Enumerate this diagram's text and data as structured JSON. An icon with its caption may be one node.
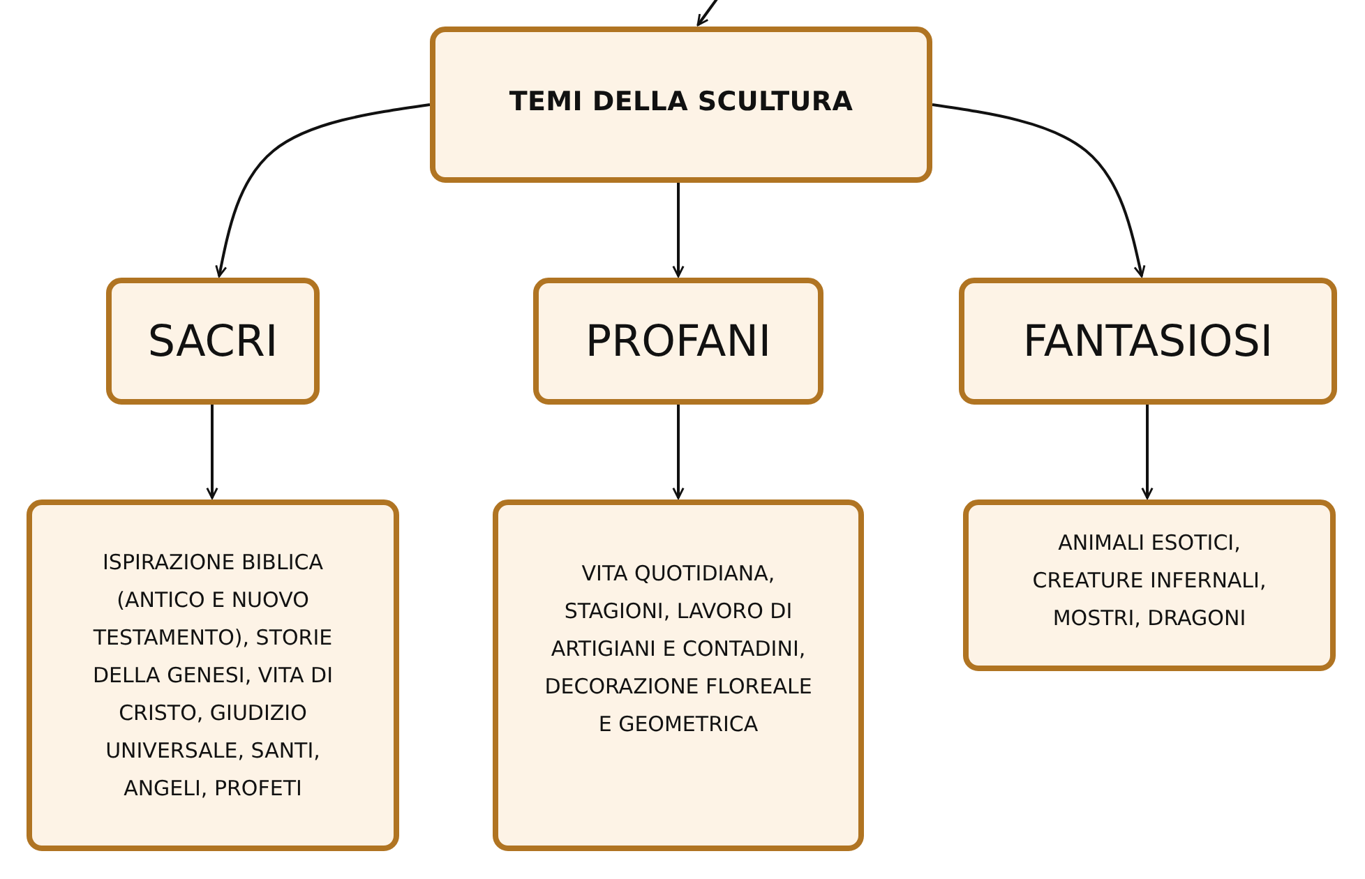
{
  "diagram": {
    "nodes": [
      {
        "text": [
          "TEMI DELLA SCULTURA"
        ]
      },
      {
        "text": [
          "SACRI"
        ]
      },
      {
        "text": [
          "PROFANI"
        ]
      },
      {
        "text": [
          "FANTASIOSI"
        ]
      },
      {
        "text": [
          "ISPIRAZIONE BIBLICA (ANTICO E NUOVO TESTAMENTO), STORIE DELLA GENESI, VITA DI CRISTO, GIUDIZIO UNIVERSALE, SANTI, ANGELI, PROFETI"
        ]
      },
      {
        "text": [
          "VITA QUOTIDIANA, STAGIONI, LAVORO DI ARTIGIANI E CONTADINI, DECORAZIONE FLOREALE E GEOMETRICA"
        ]
      },
      {
        "text": [
          "ANIMALI ESOTICI, CREATURE INFERNALI, MOSTRI, DRAGONI"
        ]
      }
    ],
    "edges": [
      {
        "from": null,
        "to": 0,
        "arrow": "to"
      },
      {
        "from": 0,
        "to": 1,
        "arrow": "to"
      },
      {
        "from": 0,
        "to": 2,
        "arrow": "to"
      },
      {
        "from": 0,
        "to": 3,
        "arrow": "to"
      },
      {
        "from": 1,
        "to": 4,
        "arrow": "to"
      },
      {
        "from": 2,
        "to": 5,
        "arrow": "to"
      },
      {
        "from": 3,
        "to": 6,
        "arrow": "to"
      }
    ]
  }
}
